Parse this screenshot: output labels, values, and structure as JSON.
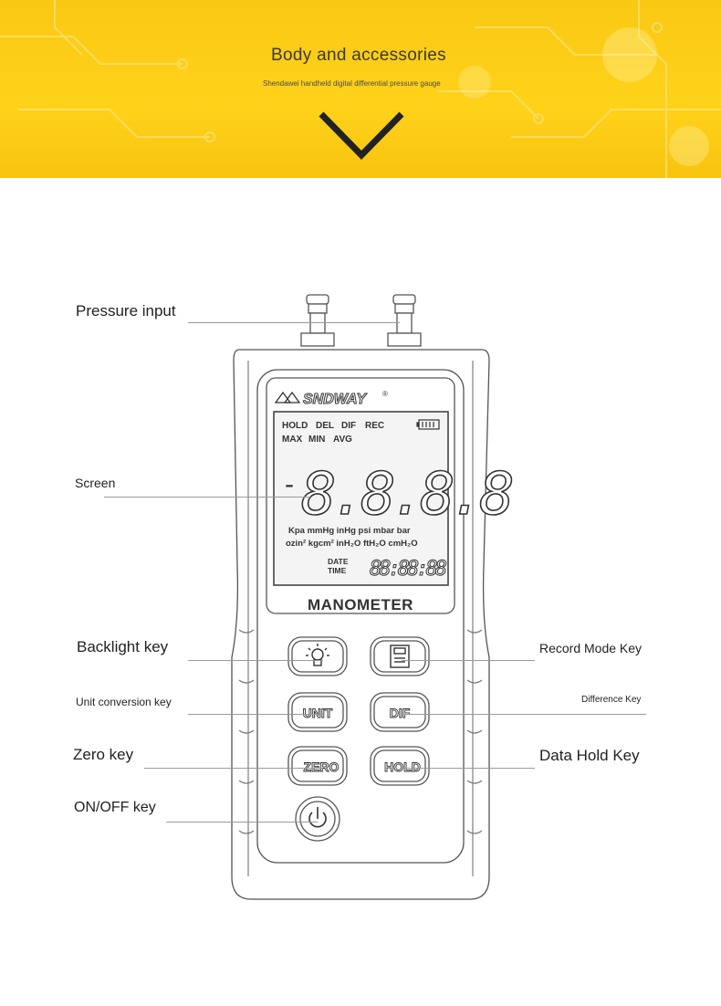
{
  "banner": {
    "title": "Body and accessories",
    "subtitle": "Shendawei handheld digital differential pressure gauge",
    "chevron_icon": "chevron-down-icon",
    "color": "#f9c813"
  },
  "device": {
    "brand": "SNDWAY",
    "brand_mark": "®",
    "name": "MANOMETER",
    "lcd": {
      "indicators_row1": [
        "HOLD",
        "DEL",
        "DIF",
        "REC"
      ],
      "indicators_row2": [
        "MAX",
        "MIN",
        "AVG"
      ],
      "minus": "-",
      "main_digits": "8.8.8.8",
      "units_row1": "Kpa mmHg inHg psi mbar bar",
      "units_row2": "ozin² kgcm² inH₂O ftH₂O cmH₂O",
      "date_label": "DATE",
      "time_label": "TIME",
      "clock_digits": "88:88:88",
      "battery_icon": "battery-icon"
    },
    "keys": {
      "backlight_icon": "lightbulb-icon",
      "record_icon": "save-icon",
      "unit": "UNIT",
      "dif": "DIF",
      "zero": "ZERO",
      "hold": "HOLD",
      "power_icon": "power-icon"
    }
  },
  "callouts": {
    "pressure_input": "Pressure input",
    "screen": "Screen",
    "backlight_key": "Backlight key",
    "record_mode_key": "Record Mode Key",
    "unit_conversion_key": "Unit conversion key",
    "difference_key": "Difference Key",
    "zero_key": "Zero key",
    "data_hold_key": "Data Hold Key",
    "on_off_key": "ON/OFF key"
  }
}
